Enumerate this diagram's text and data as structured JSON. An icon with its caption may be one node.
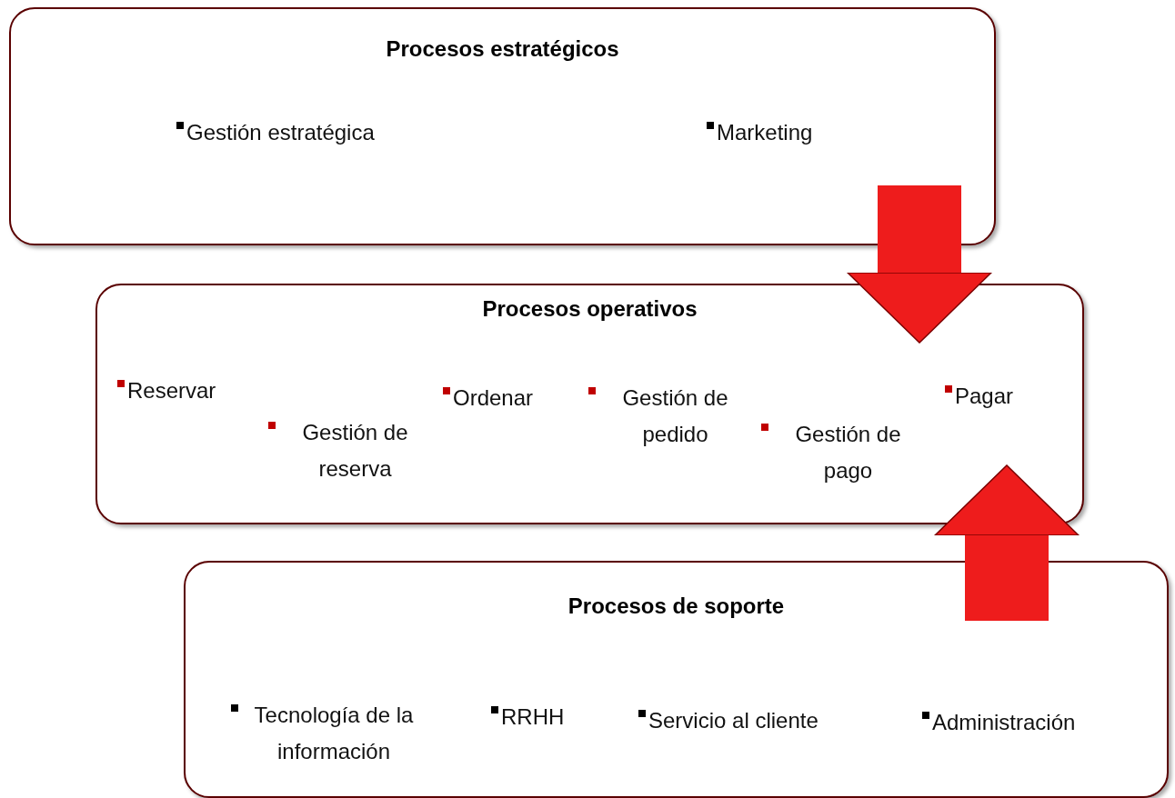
{
  "diagram": {
    "nodes": [
      {
        "text": [
          "Procesos estratégicos",
          "Gestión estratégica",
          "Marketing"
        ]
      },
      {
        "text": [
          "Procesos operativos",
          "Reservar",
          "Gestión de reserva",
          "Ordenar",
          "Gestión de pedido",
          "Gestión de pago",
          "Pagar"
        ]
      },
      {
        "text": [
          "Procesos de soporte",
          "Tecnología de la información",
          "RRHH",
          "Servicio al cliente",
          "Administración"
        ]
      }
    ],
    "edges": [
      {
        "from": 0,
        "to": 1,
        "arrow": "to"
      },
      {
        "from": 2,
        "to": 1,
        "arrow": "to"
      }
    ]
  }
}
